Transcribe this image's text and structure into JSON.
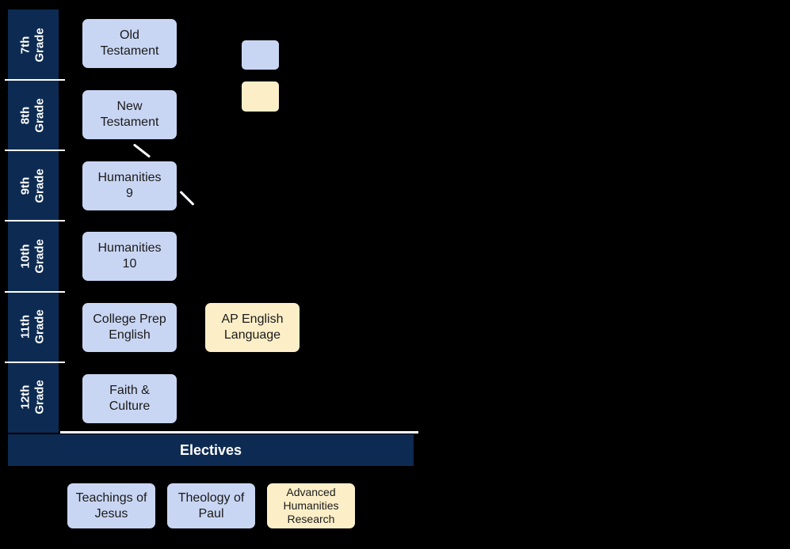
{
  "grades": [
    {
      "line1": "7th",
      "line2": "Grade"
    },
    {
      "line1": "8th",
      "line2": "Grade"
    },
    {
      "line1": "9th",
      "line2": "Grade"
    },
    {
      "line1": "10th",
      "line2": "Grade"
    },
    {
      "line1": "11th",
      "line2": "Grade"
    },
    {
      "line1": "12th",
      "line2": "Grade"
    }
  ],
  "courses": {
    "old_testament": "Old\nTestament",
    "new_testament": "New\nTestament",
    "humanities_9": "Humanities\n9",
    "humanities_10": "Humanities\n10",
    "college_prep_english": "College Prep\nEnglish",
    "ap_english_language": "AP English\nLanguage",
    "faith_culture": "Faith &\nCulture"
  },
  "electives": {
    "title": "Electives",
    "items": {
      "teachings_of_jesus": "Teachings of\nJesus",
      "theology_of_paul": "Theology of\nPaul",
      "advanced_humanities_research": "Advanced\nHumanities\nResearch"
    }
  },
  "colors": {
    "navy": "#0d2b52",
    "standard_course": "#c9d6f3",
    "advanced_course": "#fcefc8",
    "background": "#000000"
  }
}
